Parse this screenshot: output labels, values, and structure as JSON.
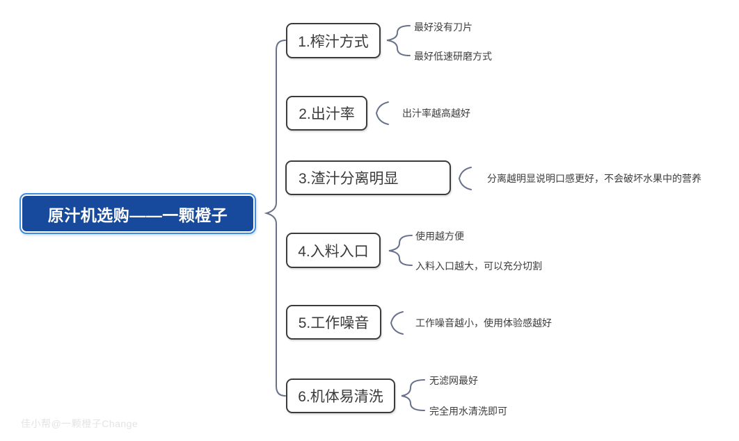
{
  "mindmap": {
    "root": {
      "label": "原汁机选购——一颗橙子"
    },
    "branches": [
      {
        "label": "1.榨汁方式",
        "leaves": [
          "最好没有刀片",
          "最好低速研磨方式"
        ]
      },
      {
        "label": "2.出汁率",
        "leaves": [
          "出汁率越高越好"
        ]
      },
      {
        "label": "3.渣汁分离明显",
        "leaves": [
          "分离越明显说明口感更好，不会破坏水果中的营养"
        ]
      },
      {
        "label": "4.入料入口",
        "leaves": [
          "使用越方便",
          "入料入口越大，可以充分切割"
        ]
      },
      {
        "label": "5.工作噪音",
        "leaves": [
          "工作噪音越小，使用体验感越好"
        ]
      },
      {
        "label": "6.机体易清洗",
        "leaves": [
          "无滤网最好",
          "完全用水清洗即可"
        ]
      }
    ],
    "watermark": "佳小帮@一颗橙子Change",
    "colors": {
      "root_fill": "#174a9c",
      "root_border": "#3c8ce0",
      "root_text": "#ffffff",
      "branch_border": "#3b3b3b",
      "branch_text": "#3a3a3a",
      "leaf_text": "#3d3d3d",
      "connector": "#67718a",
      "background": "#ffffff"
    }
  }
}
